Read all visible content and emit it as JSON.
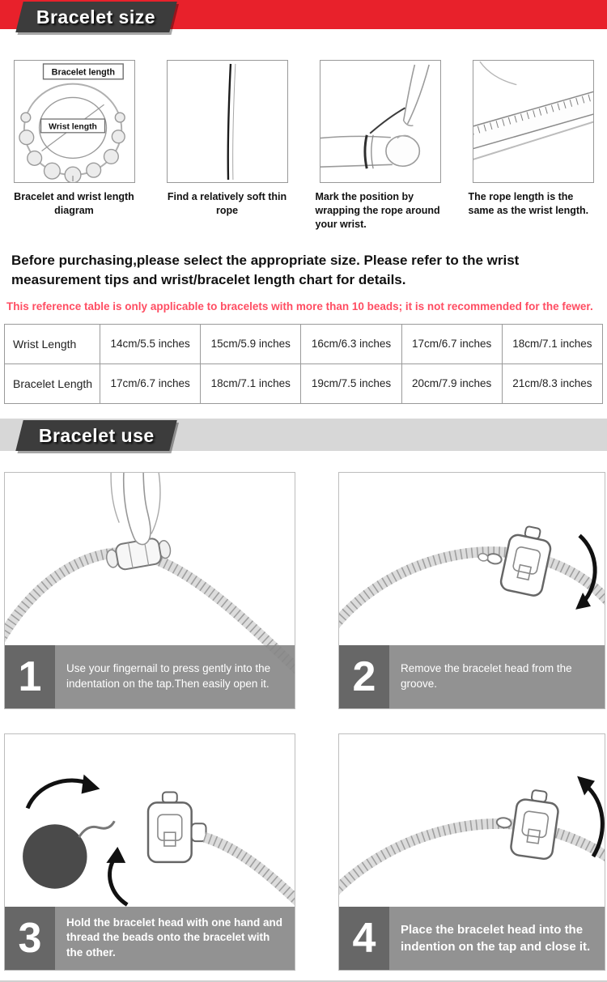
{
  "colors": {
    "accent_red": "#e8212b",
    "ribbon_dark": "#3c3c3c",
    "band_gray": "#d7d7d7",
    "note_pink": "#ff4d62"
  },
  "header_size": {
    "title": "Bracelet size"
  },
  "header_use": {
    "title": "Bracelet use"
  },
  "measure_steps": [
    {
      "caption": "Bracelet and wrist length diagram",
      "label_bracelet": "Bracelet length",
      "label_wrist": "Wrist length"
    },
    {
      "caption": "Find a relatively soft thin rope"
    },
    {
      "caption": "Mark the position by wrapping the rope around your wrist."
    },
    {
      "caption": "The rope length is the same as the wrist length."
    }
  ],
  "intro": {
    "text": "Before purchasing,please select the appropriate size. Please refer to the wrist measurement tips and wrist/bracelet length chart for details.",
    "note": "This reference table is only applicable to bracelets with more than 10 beads; it is not recommended for the fewer."
  },
  "size_table": {
    "rows": [
      {
        "label": "Wrist Length",
        "values": [
          "14cm/5.5 inches",
          "15cm/5.9 inches",
          "16cm/6.3 inches",
          "17cm/6.7 inches",
          "18cm/7.1 inches"
        ]
      },
      {
        "label": "Bracelet Length",
        "values": [
          "17cm/6.7 inches",
          "18cm/7.1 inches",
          "19cm/7.5 inches",
          "20cm/7.9 inches",
          "21cm/8.3 inches"
        ]
      }
    ]
  },
  "use_steps": [
    {
      "number": "1",
      "text": "Use your fingernail to press gently into the indentation on the tap.Then easily open it."
    },
    {
      "number": "2",
      "text": "Remove the bracelet head from the groove."
    },
    {
      "number": "3",
      "text": "Hold the bracelet head with one hand and thread the beads onto the bracelet with the other."
    },
    {
      "number": "4",
      "text": "Place the bracelet head into the indention on the tap and close it."
    }
  ]
}
